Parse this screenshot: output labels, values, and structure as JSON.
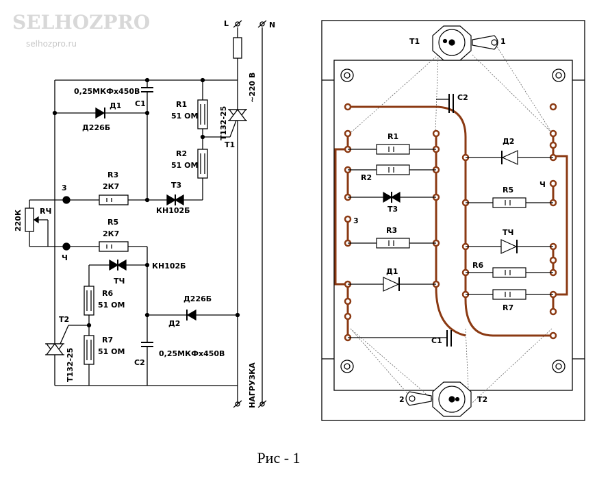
{
  "watermark": {
    "brand": "SELHOZPRO",
    "site": "selhozpro.ru"
  },
  "schematic": {
    "terminal_l": "L",
    "terminal_n": "N",
    "mains": "~220 В",
    "load": "НАГРУЗКА",
    "c1_value": "0,25МКФх450В",
    "c1_name": "C1",
    "d1_name": "Д1",
    "d1_type": "Д226Б",
    "r1_name": "R1",
    "r1_value": "51 ОМ",
    "r2_name": "R2",
    "r2_value": "51 ОМ",
    "t1_type": "T132-25",
    "t1_name": "T1",
    "r3_name": "R3",
    "r3_value": "2К7",
    "t3_name": "T3",
    "t3_type": "КН102Б",
    "node3": "3",
    "node4": "Ч",
    "r4_name": "RЧ",
    "r4_value": "220К",
    "r5_name": "R5",
    "r5_value": "2К7",
    "t4_name": "TЧ",
    "t4_type": "КН102Б",
    "r6_name": "R6",
    "r6_value": "51 ОМ",
    "r7_name": "R7",
    "r7_value": "51 ОМ",
    "t2_name": "T2",
    "t2_type": "T132-25",
    "d2_type": "Д226Б",
    "d2_name": "Д2",
    "c2_name": "C2",
    "c2_value": "0,25МКФх450В"
  },
  "board": {
    "t1": "T1",
    "t1_pin": "1",
    "t2": "T2",
    "t2_pin": "2",
    "c1": "C1",
    "c2": "C2",
    "r1": "R1",
    "r2": "R2",
    "t3": "T3",
    "r3": "R3",
    "pad3": "3",
    "d1": "Д1",
    "d2": "Д2",
    "r5": "R5",
    "pad4": "Ч",
    "t4": "TЧ",
    "r6": "R6",
    "r7": "R7"
  },
  "caption": "Рис - 1",
  "colors": {
    "trace": "#8b3a13",
    "ink": "#000000"
  }
}
